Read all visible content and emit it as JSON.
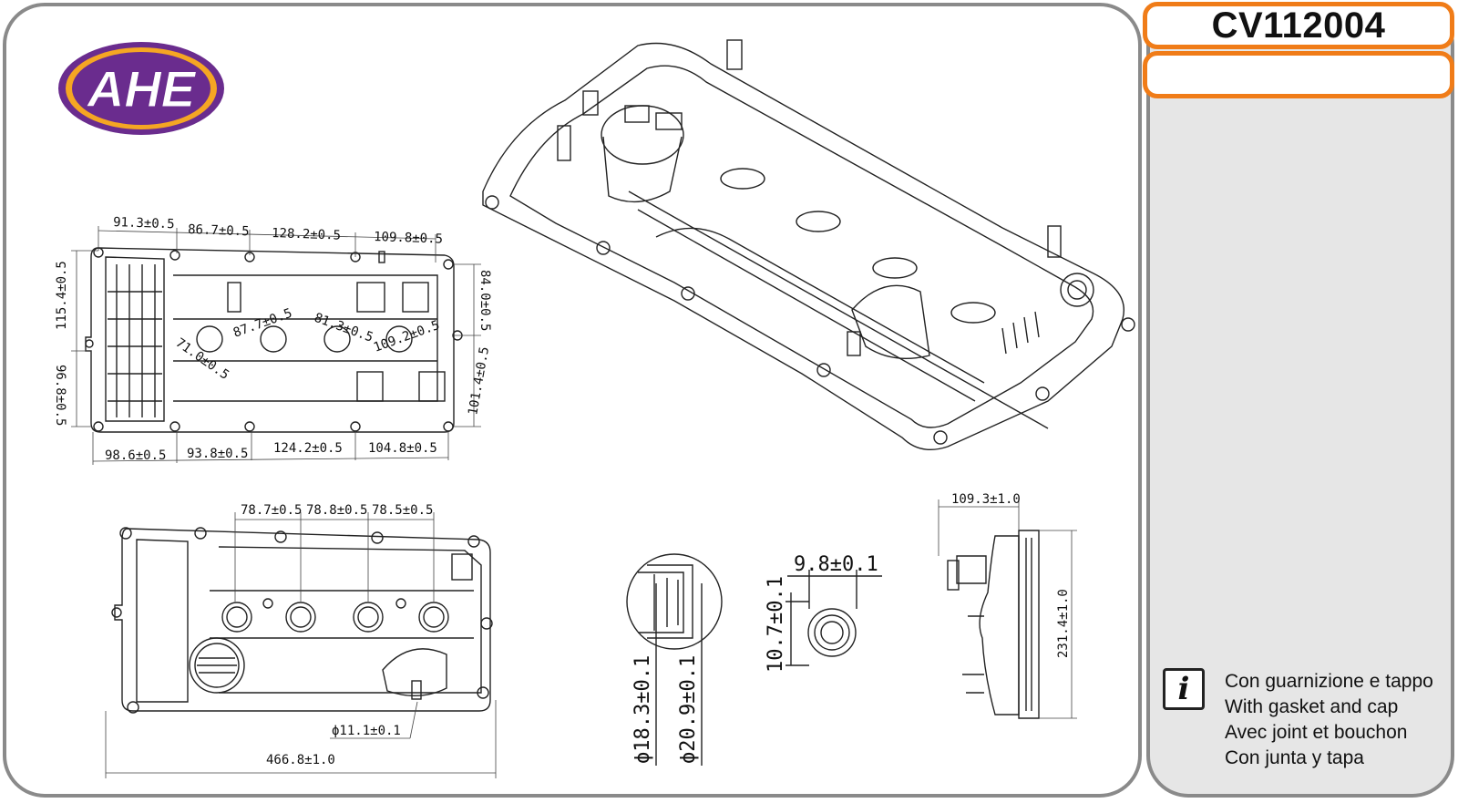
{
  "brand": {
    "logo_text": "AHE",
    "colors": {
      "logo_fill": "#6a2c8e",
      "logo_ring": "#f5a623",
      "accent": "#f07c18"
    }
  },
  "product": {
    "code": "CV112004",
    "secondary": ""
  },
  "notes": {
    "icon": "info-icon",
    "lines": [
      "Con guarnizione e tappo",
      "With gasket and cap",
      "Avec joint et bouchon",
      "Con junta y tapa"
    ]
  },
  "dimensions": {
    "top_view": {
      "top": [
        "91.3±0.5",
        "86.7±0.5",
        "128.2±0.5",
        "109.8±0.5"
      ],
      "bottom": [
        "98.6±0.5",
        "93.8±0.5",
        "124.2±0.5",
        "104.8±0.5"
      ],
      "left": [
        "115.4±0.5",
        "96.8±0.5"
      ],
      "right": [
        "84.0±0.5",
        "101.4±0.5"
      ],
      "inner": [
        "71.0±0.5",
        "87.7±0.5",
        "81.3±0.5",
        "109.2±0.5"
      ]
    },
    "bottom_view": {
      "spacing": [
        "78.7±0.5",
        "78.8±0.5",
        "78.5±0.5"
      ],
      "overall_length": "466.8±1.0",
      "hole_dia": "ϕ11.1±0.1"
    },
    "cap_section": {
      "inner_dia": "ϕ18.3±0.1",
      "outer_dia": "ϕ20.9±0.1"
    },
    "nipple": {
      "width": "9.8±0.1",
      "height": "10.7±0.1"
    },
    "side_view": {
      "width": "109.3±1.0",
      "height": "231.4±1.0"
    }
  }
}
